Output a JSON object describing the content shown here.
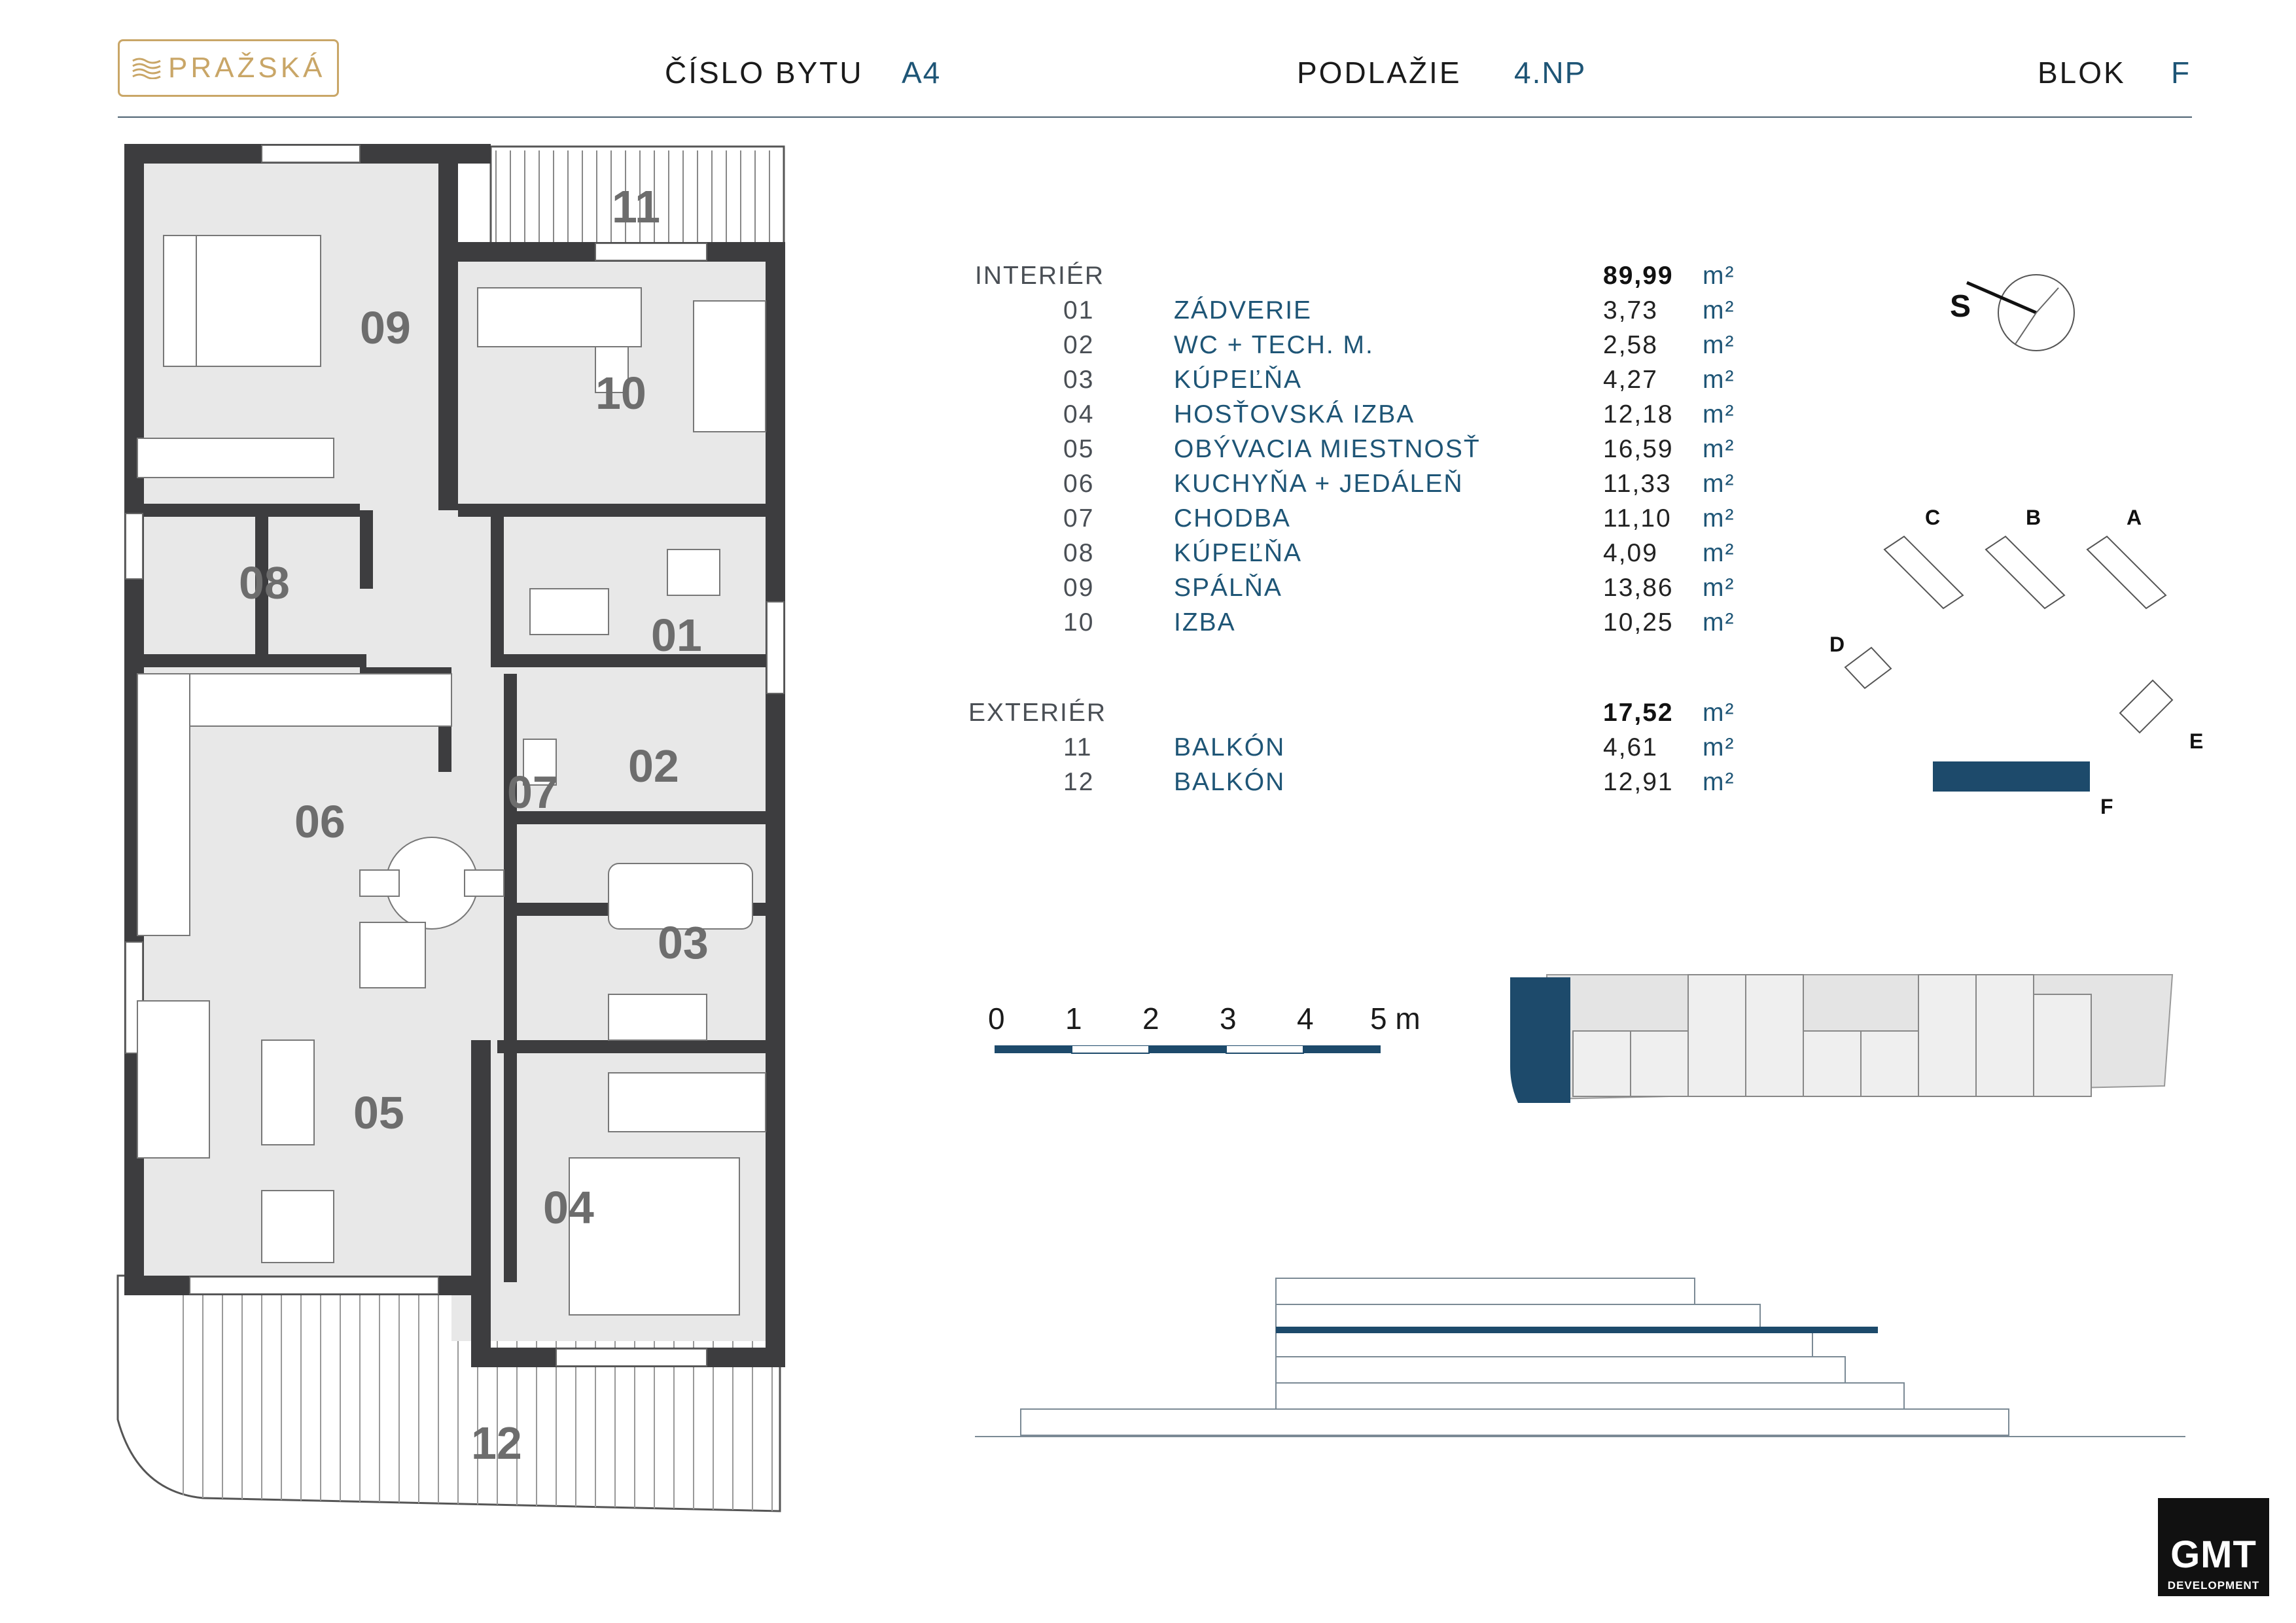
{
  "brand": {
    "logo_text": "PRAŽSKÁ"
  },
  "header": {
    "unit_label": "ČÍSLO BYTU",
    "unit_value": "A4",
    "floor_label": "PODLAŽIE",
    "floor_value": "4.NP",
    "block_label": "BLOK",
    "block_value": "F"
  },
  "areas": {
    "unit": "m²",
    "interior": {
      "label": "INTERIÉR",
      "total": "89,99",
      "rooms": [
        {
          "no": "01",
          "name": "ZÁDVERIE",
          "area": "3,73"
        },
        {
          "no": "02",
          "name": "WC + TECH. M.",
          "area": "2,58"
        },
        {
          "no": "03",
          "name": "KÚPEĽŇA",
          "area": "4,27"
        },
        {
          "no": "04",
          "name": "HOSŤOVSKÁ IZBA",
          "area": "12,18"
        },
        {
          "no": "05",
          "name": "OBÝVACIA MIESTNOSŤ",
          "area": "16,59"
        },
        {
          "no": "06",
          "name": "KUCHYŇA + JEDÁLEŇ",
          "area": "11,33"
        },
        {
          "no": "07",
          "name": "CHODBA",
          "area": "11,10"
        },
        {
          "no": "08",
          "name": "KÚPEĽŇA",
          "area": "4,09"
        },
        {
          "no": "09",
          "name": "SPÁLŇA",
          "area": "13,86"
        },
        {
          "no": "10",
          "name": "IZBA",
          "area": "10,25"
        }
      ]
    },
    "exterior": {
      "label": "EXTERIÉR",
      "total": "17,52",
      "rooms": [
        {
          "no": "11",
          "name": "BALKÓN",
          "area": "4,61"
        },
        {
          "no": "12",
          "name": "BALKÓN",
          "area": "12,91"
        }
      ]
    }
  },
  "plan": {
    "room_labels": [
      "01",
      "02",
      "03",
      "04",
      "05",
      "06",
      "07",
      "08",
      "09",
      "10",
      "11",
      "12"
    ]
  },
  "compass": {
    "label": "S"
  },
  "site_map": {
    "blocks": [
      "A",
      "B",
      "C",
      "D",
      "E",
      "F"
    ],
    "highlighted": "F",
    "highlight_color": "#1d4a6b"
  },
  "scale": {
    "ticks": [
      "0",
      "1",
      "2",
      "3",
      "4",
      "5 m"
    ]
  },
  "developer": {
    "name": "GMT",
    "sub": "DEVELOPMENT"
  },
  "colors": {
    "accent": "#1e5576",
    "gold": "#c9a667",
    "wall": "#3d3d3f",
    "floor": "#e8e8e8"
  }
}
